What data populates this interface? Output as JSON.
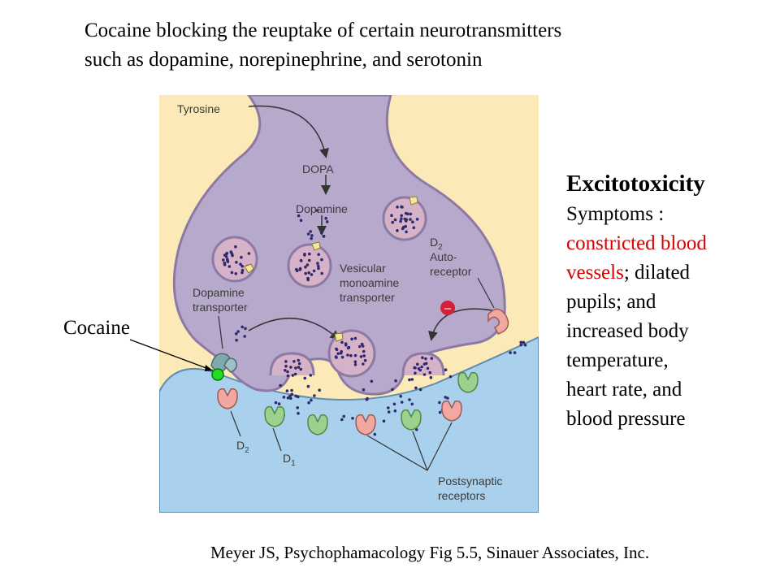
{
  "title": {
    "line1": "Cocaine blocking the reuptake of certain neurotransmitters",
    "line2": "such as dopamine, norepinephrine, and serotonin"
  },
  "figure": {
    "labels": {
      "tyrosine": "Tyrosine",
      "dopa": "DOPA",
      "dopamine": "Dopamine",
      "vesicular_1": "Vesicular",
      "vesicular_2": "monoamine",
      "vesicular_3": "transporter",
      "dat_1": "Dopamine",
      "dat_2": "transporter",
      "d2_auto_d": "D",
      "d2_auto_sub": "2",
      "auto_1": "Auto-",
      "auto_2": "receptor",
      "d2_post_d": "D",
      "d2_post_sub": "2",
      "d1_d": "D",
      "d1_sub": "1",
      "post_1": "Postsynaptic",
      "post_2": "receptors",
      "minus": "–"
    },
    "colors": {
      "background": "#fbe9b8",
      "neuron": "#b7a9cc",
      "neuron_outline": "#8c7aa5",
      "postsynaptic": "#a9d1ee",
      "vesicle": "#d6b2c8",
      "dot": "#2e2a6b",
      "receptor_pink": "#f2a7a0",
      "receptor_green": "#9bd08f",
      "transporter": "#7fa9ad",
      "cocaine": "#22dd22",
      "inhibit": "#d2203a"
    }
  },
  "sidebar": {
    "heading": "Excitotoxicity",
    "lines": [
      {
        "text": "Symptoms :",
        "color": ""
      },
      {
        "text": "constricted blood",
        "color": "red"
      },
      {
        "text": "vessels",
        "color": "red",
        "rest": "; dilated"
      },
      {
        "text": "pupils; and",
        "color": ""
      },
      {
        "text": "increased body",
        "color": ""
      },
      {
        "text": "temperature,",
        "color": ""
      },
      {
        "text": "heart rate, and",
        "color": ""
      },
      {
        "text": "blood pressure",
        "color": ""
      }
    ]
  },
  "cocaine_label": "Cocaine",
  "citation": "Meyer JS, Psychophamacology Fig 5.5, Sinauer Associates, Inc."
}
